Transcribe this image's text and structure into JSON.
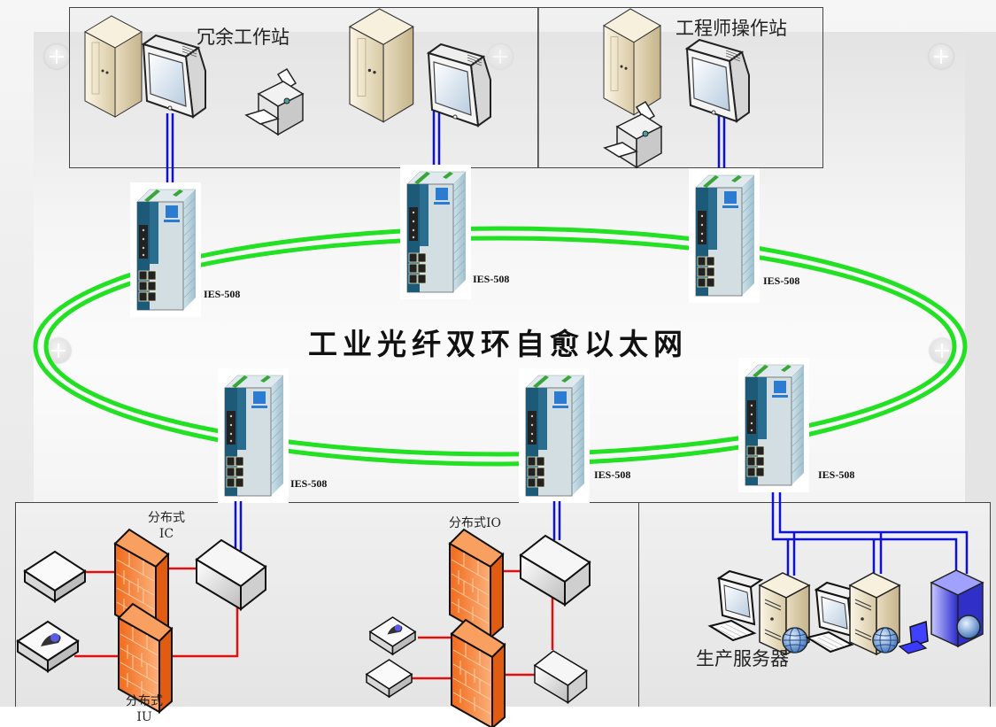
{
  "diagram": {
    "title": "工业光纤双环自愈以太网",
    "ring": {
      "type": "dual-ring",
      "medium": "fiber",
      "color": "#22dd22"
    },
    "zones": [
      {
        "id": "redundant-workstation",
        "label": "冗余工作站"
      },
      {
        "id": "engineer-workstation",
        "label": "工程师操作站"
      },
      {
        "id": "distributed-io-left",
        "label": ""
      },
      {
        "id": "distributed-io-mid",
        "label": ""
      },
      {
        "id": "production-servers",
        "label": "生产服务器"
      }
    ],
    "switches": [
      {
        "id": "sw1",
        "label": "IES-508"
      },
      {
        "id": "sw2",
        "label": "IES-508"
      },
      {
        "id": "sw3",
        "label": "IES-508"
      },
      {
        "id": "sw4",
        "label": "IES-508"
      },
      {
        "id": "sw5",
        "label": "IES-508"
      },
      {
        "id": "sw6",
        "label": "IES-508"
      }
    ],
    "labels": {
      "distributed_ic_line1": "分布式",
      "distributed_ic_line2": "IC",
      "distributed_iu_line1": "分布式",
      "distributed_iu_line2": "IU",
      "distributed_io": "分布式IO"
    },
    "colors": {
      "uplink": "#1010d0",
      "fieldbus": "#e01010",
      "firewall": "#f07a30",
      "ring": "#22dd22"
    }
  }
}
